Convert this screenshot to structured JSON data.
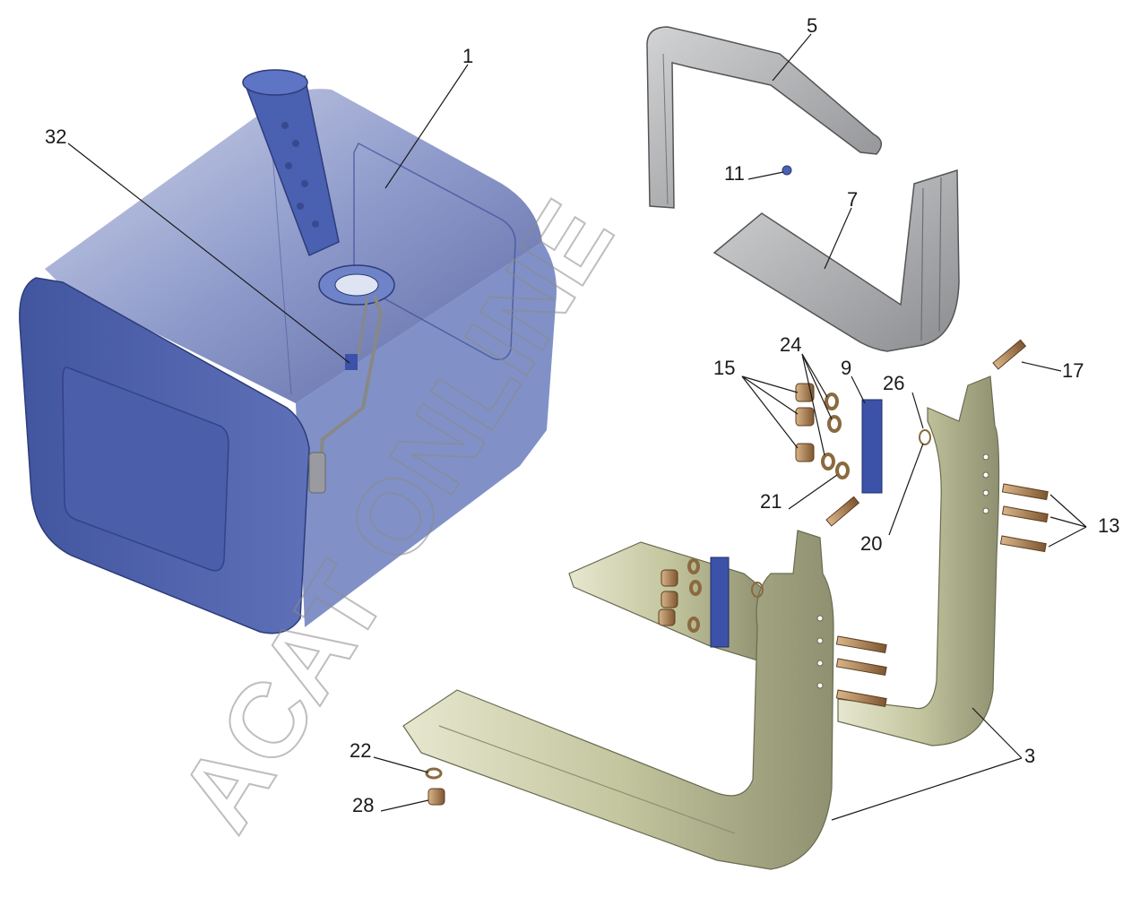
{
  "watermark": "ACAT ONLINE",
  "callouts": {
    "c1": "1",
    "c3": "3",
    "c5": "5",
    "c7": "7",
    "c9": "9",
    "c11": "11",
    "c13": "13",
    "c15": "15",
    "c17": "17",
    "c20": "20",
    "c21": "21",
    "c22": "22",
    "c24": "24",
    "c26": "26",
    "c28": "28",
    "c32": "32"
  },
  "colors": {
    "tank": "#5a6fb8",
    "tank_dark": "#3d4f93",
    "bracket": "#c9cba6",
    "bracket_dark": "#8f9170",
    "strap": "#a6a7a9",
    "hardware": "#a57a4c",
    "plate": "#3b52a8"
  }
}
